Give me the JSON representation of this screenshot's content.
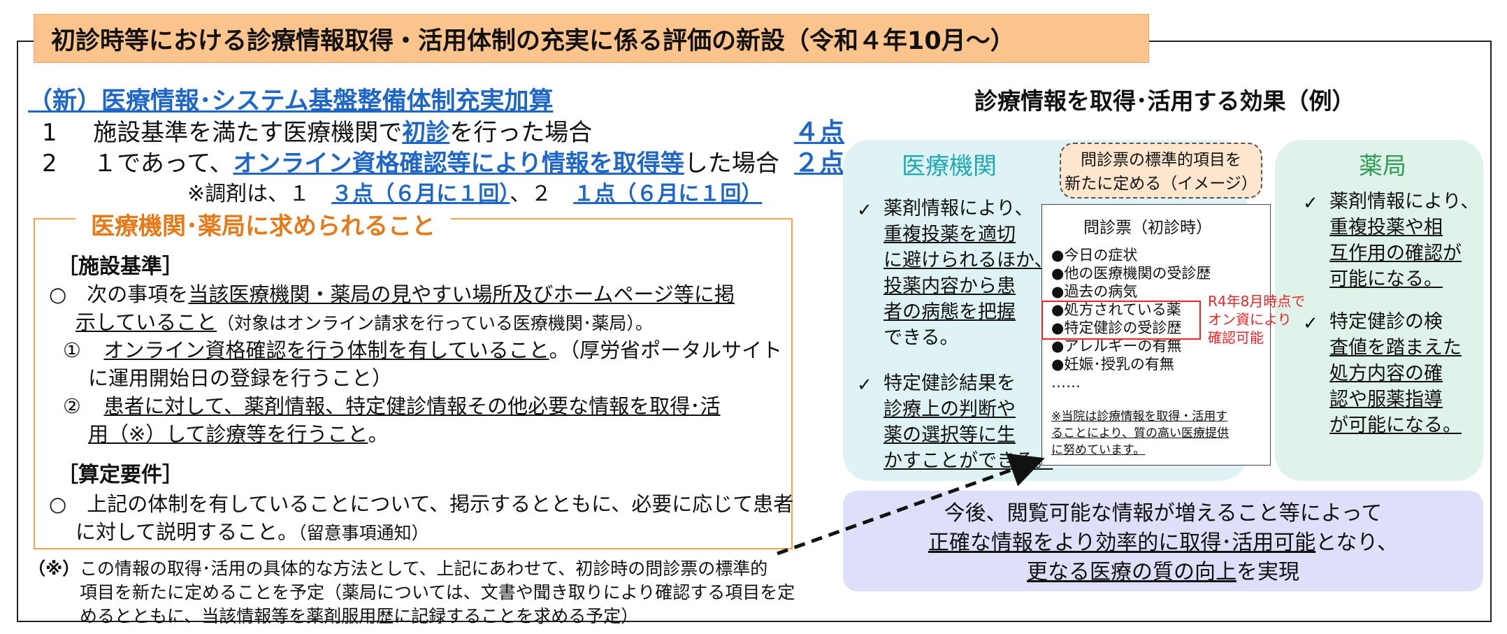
{
  "title": "初診時等における診療情報取得・活用体制の充実に係る評価の新設（令和４年10月～）",
  "addition": {
    "heading": "（新）医療情報･システム基盤整備体制充実加算",
    "line1": {
      "num": "1",
      "pre": "施設基準を満たす医療機関で",
      "emph": "初診",
      "post": "を行った場合",
      "points": "４点"
    },
    "line2": {
      "num": "2",
      "pre": "１であって、",
      "emph": "オンライン資格確認等により情報を取得等",
      "post": "した場合",
      "points": "２点"
    },
    "dispensing_note": {
      "pre": "※調剤は、１",
      "p1": "３点（６月に１回）",
      "mid": "、２",
      "p2": "１点（６月に１回）"
    }
  },
  "requirements": {
    "title": "医療機関･薬局に求められること",
    "facility_heading": "［施設基準］",
    "facility_1a_pre": "○　次の事項を",
    "facility_1a_u": "当該医療機関・薬局の見やすい場所及びホームページ等に掲",
    "facility_1b_u": "示していること",
    "facility_1b_post": "（対象はオンライン請求を行っている医療機関･薬局）。",
    "item1a_pre": "①",
    "item1a_u": "オンライン資格確認を行う体制を有していること",
    "item1a_post": "。（厚労省ポータルサイト",
    "item1b": "に運用開始日の登録を行うこと）",
    "item2a_pre": "②",
    "item2a_u": "患者に対して、薬剤情報、特定健診情報その他必要な情報を取得･活",
    "item2b_u": "用（※）して診療等を行うこと",
    "item2b_post": "。",
    "calc_heading": "［算定要件］",
    "calc_a": "○　上記の体制を有していることについて、掲示するとともに、必要に応じて患者",
    "calc_b_main": "に対して説明すること。",
    "calc_b_note": "（留意事項通知）"
  },
  "footnote": {
    "mark": "（※）",
    "line1": "この情報の取得･活用の具体的な方法として、上記にあわせて、初診時の問診票の標準的",
    "line2": "項目を新たに定めることを予定（薬局については、文書や聞き取りにより確認する項目を定",
    "line3": "めるとともに、当該情報等を薬剤服用歴に記録することを求める予定）"
  },
  "effects": {
    "title": "診療情報を取得･活用する効果（例）",
    "medical": {
      "title": "医療機関",
      "c1": [
        "薬剤情報により、",
        "重複投薬を適切",
        "に避けられるほか、",
        "投薬内容から患",
        "者の病態を把握",
        "できる。"
      ],
      "c2": [
        "特定健診結果を",
        "診療上の判断や",
        "薬の選択等に生",
        "かすことができる。"
      ]
    },
    "pharmacy": {
      "title": "薬局",
      "c1": [
        "薬剤情報により、",
        "重複投薬や相",
        "互作用の確認が",
        "可能になる。"
      ],
      "c2": [
        "特定健診の検",
        "査値を踏まえた",
        "処方内容の確",
        "認や服薬指導",
        "が可能になる。"
      ]
    },
    "check_mark": "✓",
    "questionnaire_tag": [
      "問診票の標準的項目を",
      "新たに定める（イメージ）"
    ],
    "questionnaire": {
      "title": "問診票（初診時）",
      "items": [
        "●今日の症状",
        "●他の医療機関の受診歴",
        "●過去の病気",
        "●処方されている薬",
        "●特定健診の受診歴",
        "●アレルギーの有無",
        "●妊娠･授乳の有無"
      ],
      "dots": "……",
      "note": [
        "※当院は診療情報を取得・活用す",
        "ることにより、質の高い医療提供",
        "に努めています。"
      ]
    },
    "red_note": [
      "R4年8月時点で",
      "オン資により",
      "確認可能"
    ],
    "bottom": {
      "line1": "今後、閲覧可能な情報が増えること等によって",
      "line2_u": "正確な情報をより効率的に取得･活用可能",
      "line2_post": "となり、",
      "line3_u": "更なる医療の質の向上",
      "line3_post": "を実現"
    }
  }
}
